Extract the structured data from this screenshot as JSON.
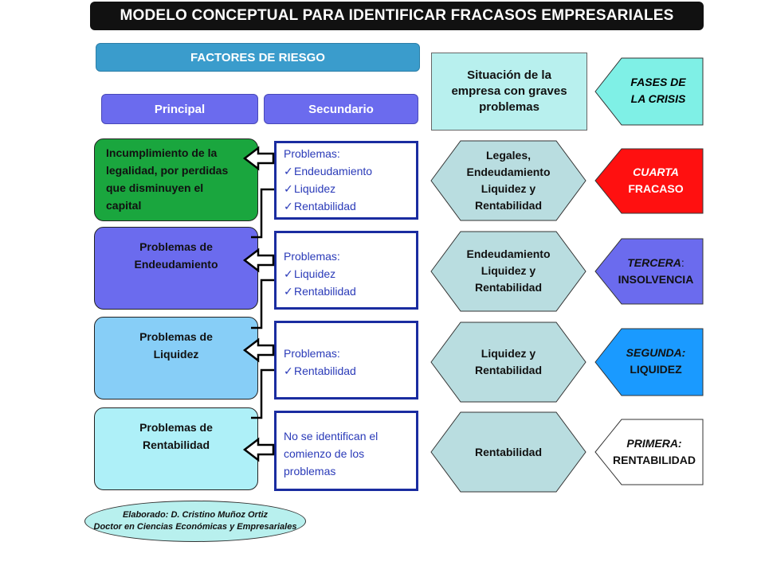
{
  "title": "MODELO CONCEPTUAL PARA IDENTIFICAR FRACASOS EMPRESARIALES",
  "risk_header": "FACTORES DE RIESGO",
  "columns": {
    "principal": "Principal",
    "secundario": "Secundario"
  },
  "principal_boxes": [
    {
      "lines": [
        "Incumplimiento de la",
        "legalidad, por perdidas",
        "que disminuyen el",
        "capital"
      ],
      "color": "#1aa63e"
    },
    {
      "lines": [
        "Problemas de",
        "Endeudamiento"
      ],
      "color": "#6b6bee"
    },
    {
      "lines": [
        "Problemas de",
        "Liquidez"
      ],
      "color": "#87cef7"
    },
    {
      "lines": [
        "Problemas de",
        "Rentabilidad"
      ],
      "color": "#aef0f8"
    }
  ],
  "secondary_boxes": [
    {
      "heading": "Problemas:",
      "items": [
        "Endeudamiento",
        "Liquidez",
        "Rentabilidad"
      ]
    },
    {
      "heading": "Problemas:",
      "items": [
        "Liquidez",
        "Rentabilidad"
      ]
    },
    {
      "heading": "Problemas:",
      "items": [
        "Rentabilidad"
      ]
    },
    {
      "heading": "",
      "lines": [
        "No se identifican el",
        "comienzo de los",
        "problemas"
      ]
    }
  ],
  "situation_header": [
    "Situación de la",
    "empresa con graves",
    "problemas"
  ],
  "situations": [
    [
      "Legales,",
      "Endeudamiento",
      "Liquidez y",
      "Rentabilidad"
    ],
    [
      "Endeudamiento",
      "Liquidez y",
      "Rentabilidad"
    ],
    [
      "Liquidez y",
      "Rentabilidad"
    ],
    [
      "Rentabilidad"
    ]
  ],
  "phases_header": [
    "FASES DE",
    "LA CRISIS"
  ],
  "phases": [
    {
      "stage": "CUARTA",
      "name": "FRACASO",
      "color": "#ff1010",
      "text_color": "#ffffff"
    },
    {
      "stage": "TERCERA",
      "sep": ":",
      "name": "INSOLVENCIA",
      "color": "#6b6bee",
      "text_color": "#111111"
    },
    {
      "stage": "SEGUNDA:",
      "name": "LIQUIDEZ",
      "color": "#1a9aff",
      "text_color": "#111111"
    },
    {
      "stage": "PRIMERA:",
      "name": "RENTABILIDAD",
      "color": "#ffffff",
      "text_color": "#111111"
    }
  ],
  "credit": [
    "Elaborado: D. Cristino Muñoz Ortiz",
    "Doctor en Ciencias Económicas y Empresariales"
  ],
  "colors": {
    "hexagon_fill": "#b9dde0",
    "phase_header_fill": "#7ff0e6",
    "connector": "#000000"
  }
}
